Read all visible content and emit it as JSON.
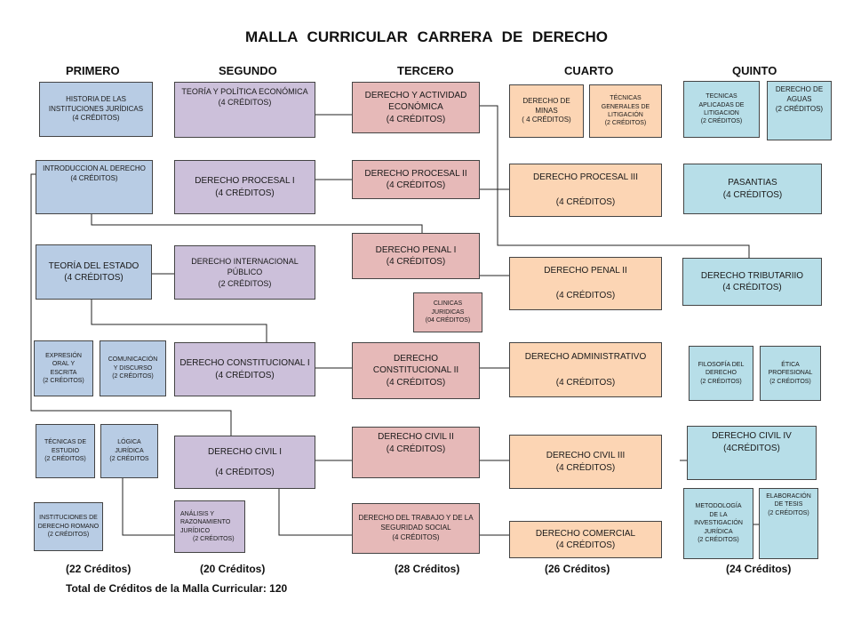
{
  "title": "MALLA   CURRICULAR   CARRERA DE DERECHO",
  "years": [
    "PRIMERO",
    "SEGUNDO",
    "TERCERO",
    "CUARTO",
    "QUINTO"
  ],
  "boxes": {
    "historia": [
      "HISTORIA DE LAS",
      "INSTITUCIONES JURÍDICAS",
      "(4 CRÉDITOS)"
    ],
    "introduccion": [
      "INTRODUCCION AL DERECHO",
      "(4 CRÉDITOS)"
    ],
    "teoria_estado": [
      "TEORÍA DEL ESTADO",
      "(4 CRÉDITOS)"
    ],
    "expresion": [
      "EXPRESIÓN",
      "ORAL Y",
      "ESCRITA",
      "(2 CRÉDITOS)"
    ],
    "comunicacion": [
      "COMUNICACIÓN",
      "Y DISCURSO",
      "(2 CRÉDITOS)"
    ],
    "tecnicas_estudio": [
      "TÉCNICAS DE",
      "ESTUDIO",
      "(2 CRÉDITOS)"
    ],
    "logica": [
      "LÓGICA",
      "JURÍDICA",
      "(2 CRÉDITOS"
    ],
    "romano": [
      "INSTITUCIONES DE",
      "DERECHO ROMANO",
      "(2 CRÉDITOS)"
    ],
    "teoria_politica": [
      "TEORÍA  Y POLÍTICA ECONÓMICA",
      "(4 CRÉDITOS)"
    ],
    "procesal1": [
      "DERECHO PROCESAL I",
      "(4 CRÉDITOS)"
    ],
    "internacional": [
      "DERECHO INTERNACIONAL",
      "PÚBLICO",
      "(2 CRÉDITOS)"
    ],
    "constitucional1": [
      "DERECHO CONSTITUCIONAL I",
      "(4 CRÉDITOS)"
    ],
    "civil1": [
      "DERECHO CIVIL I",
      "(4 CRÉDITOS)"
    ],
    "analisis": [
      "ANÁLISIS Y",
      "RAZONAMIENTO",
      "JURÍDICO",
      "(2 CRÉDITOS)"
    ],
    "actividad": [
      "DERECHO Y ACTIVIDAD",
      "ECONÓMICA",
      "(4 CRÉDITOS)"
    ],
    "procesal2": [
      "DERECHO PROCESAL II",
      "(4 CRÉDITOS)"
    ],
    "penal1": [
      "DERECHO PENAL I",
      "(4 CRÉDITOS)"
    ],
    "clinicas": [
      "CLINICAS",
      "JURIDICAS",
      "(04 CRÉDITOS)"
    ],
    "constitucional2": [
      "DERECHO",
      "CONSTITUCIONAL II",
      "(4 CRÉDITOS)"
    ],
    "civil2": [
      "DERECHO CIVIL II",
      "(4 CRÉDITOS)"
    ],
    "trabajo": [
      "DERECHO DEL TRABAJO Y DE LA",
      "SEGURIDAD SOCIAL",
      "(4 CRÉDITOS)"
    ],
    "minas": [
      "DERECHO DE",
      "MINAS",
      "( 4 CRÉDITOS)"
    ],
    "litigacion": [
      "TÉCNICAS",
      "GENERALES DE",
      "LITIGACIÓN",
      "(2 CRÉDITOS)"
    ],
    "procesal3": [
      "DERECHO PROCESAL III",
      "(4 CRÉDITOS)"
    ],
    "penal2": [
      "DERECHO PENAL II",
      "(4 CRÉDITOS)"
    ],
    "administrativo": [
      "DERECHO ADMINISTRATIVO",
      "(4 CRÉDITOS)"
    ],
    "civil3": [
      "DERECHO CIVIL III",
      "(4 CRÉDITOS)"
    ],
    "comercial": [
      "DERECHO COMERCIAL",
      "(4 CRÉDITOS)"
    ],
    "litigacion_aplicada": [
      "TECNICAS",
      "APLICADAS DE",
      "LITIGACION",
      "(2 CRÉDITOS)"
    ],
    "aguas": [
      "DERECHO DE",
      "AGUAS",
      "(2 CRÉDITOS)"
    ],
    "pasantias": [
      "PASANTIAS",
      "(4 CRÉDITOS)"
    ],
    "tributario": [
      "DERECHO TRIBUTARIIO",
      "(4 CRÉDITOS)"
    ],
    "filosofia": [
      "FILOSOFÍA DEL",
      "DERECHO",
      "(2 CRÉDITOS)"
    ],
    "etica": [
      "ÉTICA",
      "PROFESIONAL",
      "(2 CRÉDITOS)"
    ],
    "civil4": [
      "DERECHO CIVIL IV",
      "(4CRÉDITOS)"
    ],
    "metodologia": [
      "METODOLOGÍA",
      "DE LA",
      "INVESTIGACIÓN",
      "JURÍDICA",
      "(2 CRÉDITOS)"
    ],
    "tesis": [
      "ELABORACIÓN",
      "DE TESIS",
      "(2 CRÉDITOS)"
    ]
  },
  "totals": [
    "(22 Créditos)",
    "(20 Créditos)",
    "(28 Créditos)",
    "(26 Créditos)",
    "(24 Créditos)"
  ],
  "grand_total": "Total de Créditos de la Malla Curricular: 120",
  "colors": {
    "primero": "#b8cce4",
    "segundo": "#ccc0da",
    "tercero": "#e6b9b8",
    "cuarto": "#fcd5b4",
    "quinto": "#b7dee8"
  }
}
